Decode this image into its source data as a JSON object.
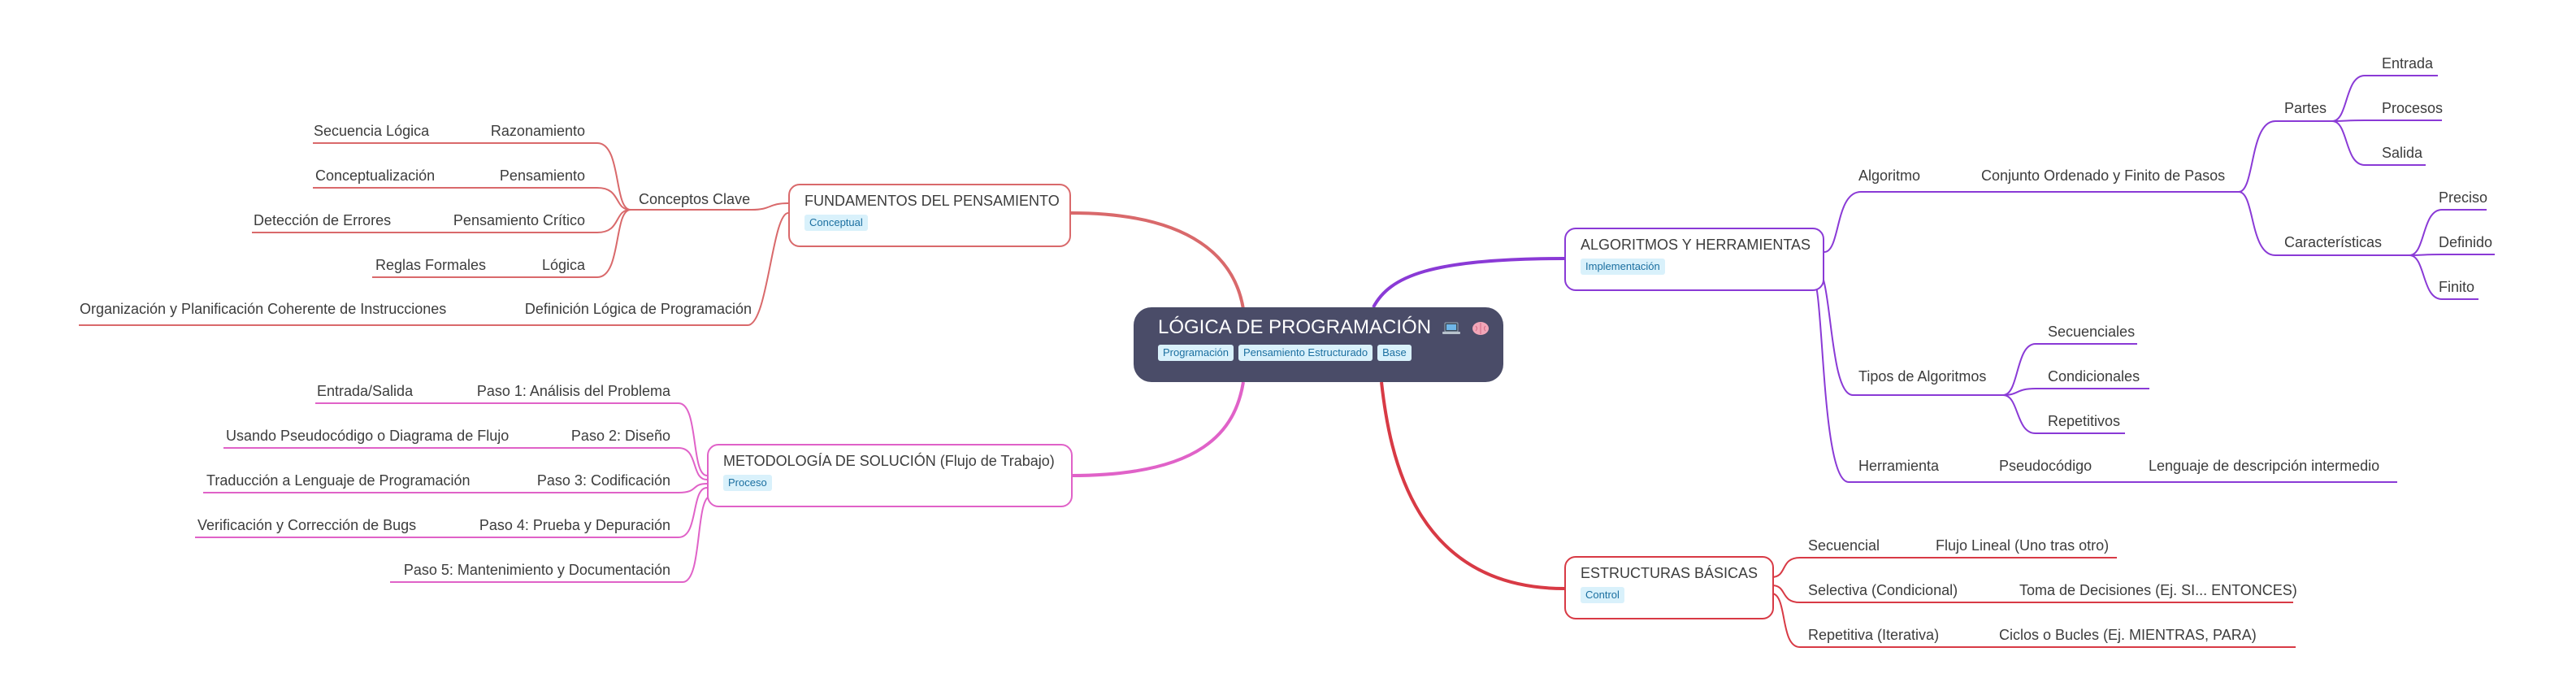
{
  "root": {
    "title": "LÓGICA DE PROGRAMACIÓN",
    "icons": [
      "laptop-icon",
      "brain-icon"
    ],
    "tags": [
      "Programación",
      "Pensamiento Estructurado",
      "Base"
    ]
  },
  "fundamentos": {
    "title": "FUNDAMENTOS DEL PENSAMIENTO",
    "tag": "Conceptual",
    "color": "#d9696b",
    "conceptos": {
      "label": "Conceptos Clave",
      "items": [
        {
          "name": "Razonamiento",
          "detail": "Secuencia Lógica"
        },
        {
          "name": "Pensamiento",
          "detail": "Conceptualización"
        },
        {
          "name": "Pensamiento Crítico",
          "detail": "Detección de Errores"
        },
        {
          "name": "Lógica",
          "detail": "Reglas Formales"
        }
      ]
    },
    "definicion": {
      "name": "Definición Lógica de Programación",
      "detail": "Organización y Planificación Coherente de Instrucciones"
    }
  },
  "metodologia": {
    "title": "METODOLOGÍA DE SOLUCIÓN (Flujo de Trabajo)",
    "tag": "Proceso",
    "color": "#e062c8",
    "steps": [
      {
        "name": "Paso 1: Análisis del Problema",
        "detail": "Entrada/Salida"
      },
      {
        "name": "Paso 2: Diseño",
        "detail": "Usando Pseudocódigo o Diagrama de Flujo"
      },
      {
        "name": "Paso 3: Codificación",
        "detail": "Traducción a Lenguaje de Programación"
      },
      {
        "name": "Paso 4: Prueba y Depuración",
        "detail": "Verificación y Corrección de Bugs"
      },
      {
        "name": "Paso 5: Mantenimiento y Documentación",
        "detail": ""
      }
    ]
  },
  "algoritmos": {
    "title": "ALGORITMOS Y HERRAMIENTAS",
    "tag": "Implementación",
    "color": "#8a3ad6",
    "algoritmo": {
      "label": "Algoritmo",
      "definition": "Conjunto Ordenado y Finito de Pasos",
      "partes": {
        "label": "Partes",
        "items": [
          "Entrada",
          "Procesos",
          "Salida"
        ]
      },
      "caracteristicas": {
        "label": "Características",
        "items": [
          "Preciso",
          "Definido",
          "Finito"
        ]
      }
    },
    "tipos": {
      "label": "Tipos de Algoritmos",
      "items": [
        "Secuenciales",
        "Condicionales",
        "Repetitivos"
      ]
    },
    "herramienta": {
      "label": "Herramienta",
      "name": "Pseudocódigo",
      "detail": "Lenguaje de descripción intermedio"
    }
  },
  "estructuras": {
    "title": "ESTRUCTURAS BÁSICAS",
    "tag": "Control",
    "color": "#d83a45",
    "items": [
      {
        "name": "Secuencial",
        "detail": "Flujo Lineal (Uno tras otro)"
      },
      {
        "name": "Selectiva (Condicional)",
        "detail": "Toma de Decisiones (Ej. SI... ENTONCES)"
      },
      {
        "name": "Repetitiva (Iterativa)",
        "detail": "Ciclos o Bucles (Ej. MIENTRAS, PARA)"
      }
    ]
  }
}
